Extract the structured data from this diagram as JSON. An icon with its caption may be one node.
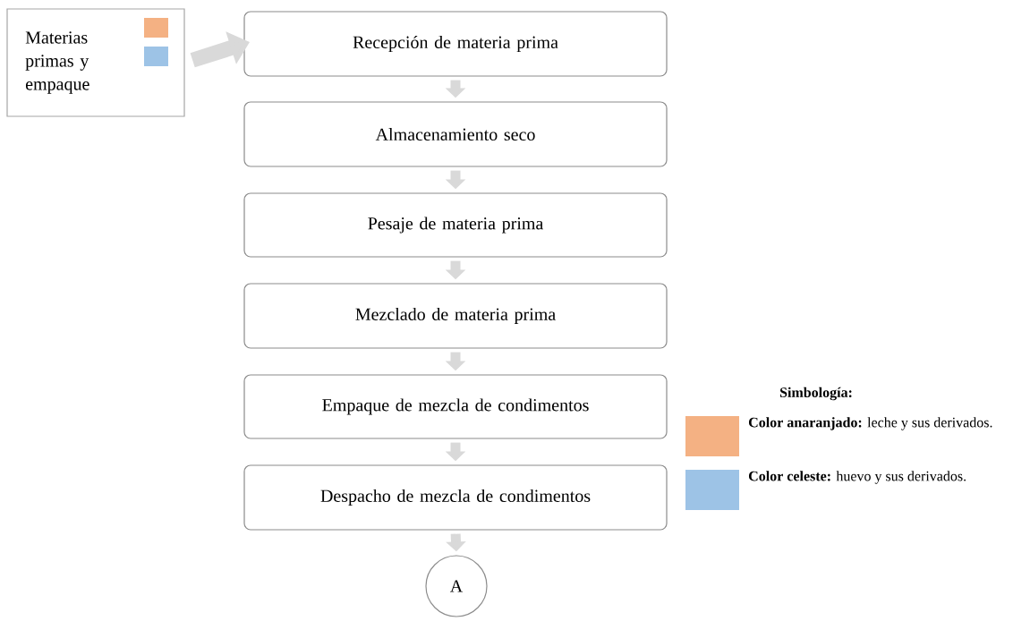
{
  "diagram": {
    "nodes": [
      {
        "text": [
          "Materias primas y empaque"
        ]
      },
      {
        "text": [
          "Recepción de materia prima"
        ]
      },
      {
        "text": [
          "Almacenamiento  seco"
        ]
      },
      {
        "text": [
          "Pesaje de materia prima"
        ]
      },
      {
        "text": [
          "Mezclado de materia prima"
        ]
      },
      {
        "text": [
          "Empaque de mezcla de condimentos"
        ]
      },
      {
        "text": [
          "Despacho de mezcla de condimentos"
        ]
      },
      {
        "text": [
          "A"
        ]
      }
    ],
    "edges": [
      {
        "from": 0,
        "to": 1,
        "arrow": "to"
      },
      {
        "from": 1,
        "to": 2,
        "arrow": "to"
      },
      {
        "from": 2,
        "to": 3,
        "arrow": "to"
      },
      {
        "from": 3,
        "to": 4,
        "arrow": "to"
      },
      {
        "from": 4,
        "to": 5,
        "arrow": "to"
      },
      {
        "from": 5,
        "to": 6,
        "arrow": "to"
      },
      {
        "from": 6,
        "to": 7,
        "arrow": "to"
      }
    ],
    "labels": [
      "Simbología:"
    ],
    "legend": [
      {
        "text": "**Color anaranjado:** leche y sus derivados.",
        "color": "#f4b183"
      },
      {
        "text": "**Color celeste:** huevo y sus derivados.",
        "color": "#9dc3e6"
      }
    ]
  }
}
